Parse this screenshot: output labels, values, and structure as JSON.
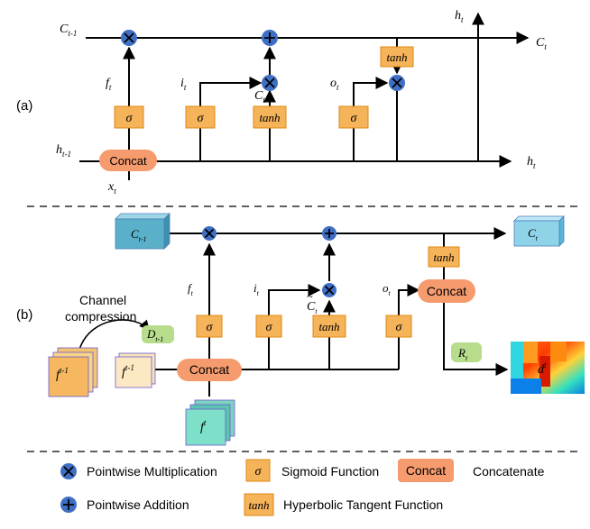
{
  "panel_labels": {
    "a": "(a)",
    "b": "(b)"
  },
  "a": {
    "c_prev": "C",
    "c_prev_sub": "t-1",
    "f": "f",
    "f_sub": "t",
    "i": "i",
    "i_sub": "t",
    "o": "o",
    "o_sub": "t",
    "c_tilde": "C",
    "c_tilde_sub": "t",
    "h_prev": "h",
    "h_prev_sub": "t-1",
    "x": "x",
    "x_sub": "t",
    "h_top": "h",
    "h_top_sub": "t",
    "c_out": "C",
    "c_out_sub": "t",
    "h_out": "h",
    "h_out_sub": "t",
    "sigma": "σ",
    "tanh": "tanh",
    "concat": "Concat"
  },
  "b": {
    "c_prev": "C",
    "c_prev_sub": "t-1",
    "c_out": "C",
    "c_out_sub": "t",
    "f": "f",
    "f_sub": "t",
    "i": "i",
    "i_sub": "t",
    "o": "o",
    "o_sub": "t",
    "c_tilde": "C",
    "c_tilde_sub": "t",
    "channel_compression_1": "Channel",
    "channel_compression_2": "compression",
    "d_prev": "D",
    "d_prev_sub": "t-1",
    "feat_big": "f",
    "feat_big_sup": "t-1",
    "feat_small": "f",
    "feat_small_sup": "t-1",
    "feat_t": "f",
    "feat_t_sup": "t",
    "r": "R",
    "r_sub": "t",
    "depth": "d",
    "depth_sup": "t",
    "sigma": "σ",
    "tanh": "tanh",
    "concat": "Concat"
  },
  "legend": {
    "mult": "Pointwise Multiplication",
    "sigma_symbol": "σ",
    "sigma": "Sigmoid Function",
    "concat_symbol": "Concat",
    "concat": "Concatenate",
    "add": "Pointwise Addition",
    "tanh_symbol": "tanh",
    "tanh": "Hyperbolic Tangent Function"
  },
  "colors": {
    "gate_fill": "#f5b35a",
    "gate_stroke": "#e08a10",
    "concat_fill": "#f59b6e",
    "op_fill": "#3f6fc4",
    "cell_fill": "#5ab0c8",
    "feature_fill": "#f8dd98",
    "feature_stroke": "#6a5bd0",
    "tag_fill": "#b6dc8c"
  }
}
